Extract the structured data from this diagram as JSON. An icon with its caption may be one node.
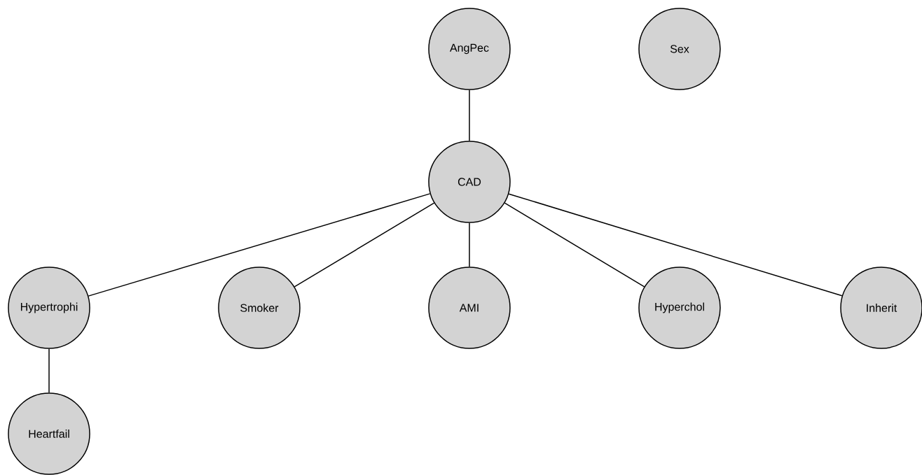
{
  "diagram": {
    "nodes": [
      {
        "text": [
          "AngPec"
        ]
      },
      {
        "text": [
          "Sex"
        ]
      },
      {
        "text": [
          "CAD"
        ]
      },
      {
        "text": [
          "Hypertrophi"
        ]
      },
      {
        "text": [
          "Smoker"
        ]
      },
      {
        "text": [
          "AMI"
        ]
      },
      {
        "text": [
          "Hyperchol"
        ]
      },
      {
        "text": [
          "Inherit"
        ]
      },
      {
        "text": [
          "Heartfail"
        ]
      }
    ],
    "edges": [
      {
        "from": 0,
        "to": 2,
        "arrow": "none"
      },
      {
        "from": 2,
        "to": 3,
        "arrow": "none"
      },
      {
        "from": 2,
        "to": 4,
        "arrow": "none"
      },
      {
        "from": 2,
        "to": 5,
        "arrow": "none"
      },
      {
        "from": 2,
        "to": 6,
        "arrow": "none"
      },
      {
        "from": 2,
        "to": 7,
        "arrow": "none"
      },
      {
        "from": 3,
        "to": 8,
        "arrow": "none"
      }
    ]
  }
}
